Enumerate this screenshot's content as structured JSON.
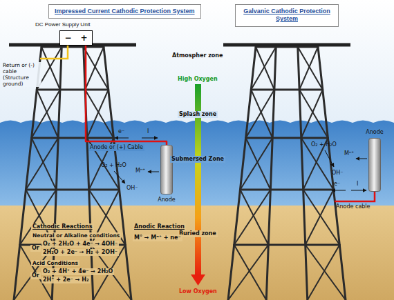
{
  "diagram": {
    "nodes": [
      {
        "text": [
          "Impressed Current Cathodic Protection System"
        ]
      },
      {
        "text": [
          "Galvanic Cathodic Protection System"
        ]
      },
      {
        "text": [
          "DC Power Supply Unit",
          "−",
          "+"
        ]
      },
      {
        "text": [
          "Anode"
        ]
      },
      {
        "text": [
          "Anode"
        ]
      }
    ],
    "edges": [
      {
        "from": 2,
        "to": 3,
        "arrow": "none",
        "label": "Anode or (+) Cable"
      }
    ],
    "labels": [
      "Return or (-) cable (Structure ground)",
      "Atmospher zone",
      "High Oxygen",
      "Splash zone",
      "Submersed Zone",
      "Buried zone",
      "Low Oxygen",
      "e⁻",
      "I",
      "O₂ + H₂O",
      "Mⁿ⁺",
      "OH⁻",
      "O₂ + H₂O",
      "Mⁿ⁺",
      "OH⁻",
      "e⁻",
      "I",
      "Anode cable",
      "Cathodic Reactions",
      "Neutral or Alkaline conditions",
      "Or",
      "O₂ + 2H₂O + 4e⁻ → 4OH⁻",
      "2H₂O + 2e⁻ → H₂ + 2OH⁻",
      "Acid Conditions",
      "Or",
      "O₂ + 4H⁺ + 4e⁻ → 2H₂O",
      "2H⁺ + 2e⁻ → H₂",
      "Anodic Reaction",
      "M° → Mⁿ⁺ + ne⁻"
    ]
  }
}
